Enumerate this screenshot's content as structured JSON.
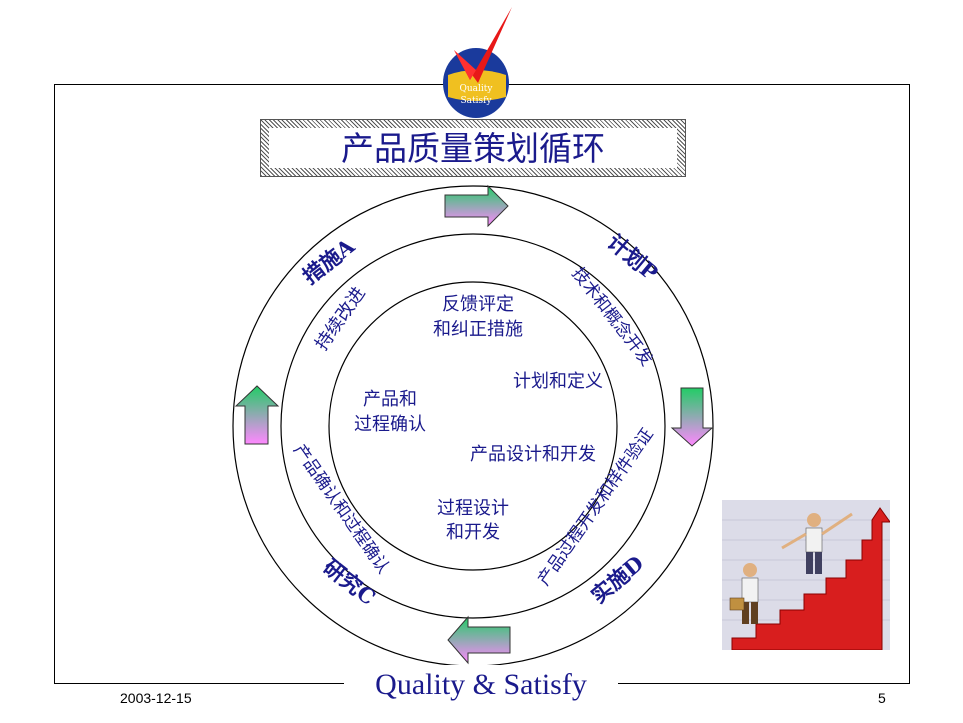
{
  "title": "产品质量策划循环",
  "logo": {
    "line1": "Quality",
    "line2": "Satisfy"
  },
  "footer": {
    "date": "2003-12-15",
    "brand": "Quality & Satisfy",
    "page": "5"
  },
  "outer_labels": {
    "plan": "计划P",
    "do": "实施D",
    "check": "研究C",
    "act": "措施A"
  },
  "middle_labels": {
    "plan_ring": "技术和概念开发",
    "do_ring": "产品过程开发和样件验证",
    "check_ring": "产品确认和过程确认",
    "act_ring": "持续改进"
  },
  "inner_labels": {
    "feedback_line1": "反馈评定",
    "feedback_line2": "和纠正措施",
    "plan_define": "计划和定义",
    "product_design": "产品设计和开发",
    "process_line1": "过程设计",
    "process_line2": "和开发",
    "validate_line1": "产品和",
    "validate_line2": "过程确认"
  },
  "colors": {
    "text": "#1a1a8c",
    "arrow_top": "#22cc66",
    "arrow_bottom": "#ff88ff"
  }
}
